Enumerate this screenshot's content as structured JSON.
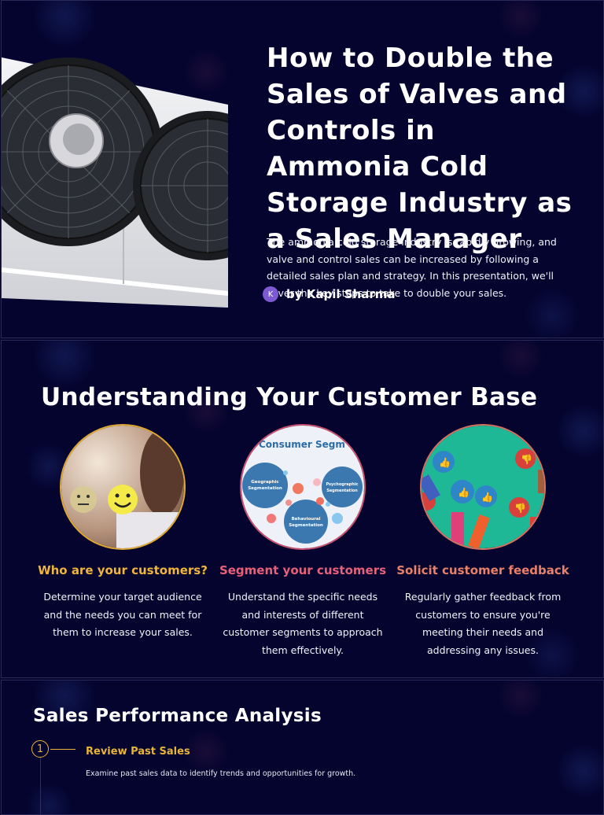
{
  "slide1": {
    "title": "How to Double the Sales of Valves and Controls in Ammonia Cold Storage Industry as a Sales Manager",
    "description": "The ammonia cold storage industry is rapidly growing, and valve and control sales can be increased by following a detailed sales plan and strategy. In this presentation, we'll cover the key steps to take to double your sales.",
    "author_initial": "K",
    "author": "by Kapil Sharma"
  },
  "slide2": {
    "title": "Understanding Your Customer Base",
    "cards": [
      {
        "title": "Who are your customers?",
        "title_color": "#f0b63c",
        "border_color": "#e0a830",
        "text": "Determine your target audience and the needs you can meet for them to increase your sales."
      },
      {
        "title": "Segment your customers",
        "title_color": "#e8607a",
        "border_color": "#c85070",
        "text": "Understand the specific needs and interests of different customer segments to approach them effectively.",
        "image_heading": "Consumer Segm",
        "bubbles": [
          "Geographic Segmentation",
          "Psychographic Segmentation",
          "Behavioural Segmentation"
        ]
      },
      {
        "title": "Solicit customer feedback",
        "title_color": "#e8806a",
        "border_color": "#d87060",
        "text": "Regularly gather feedback from customers to ensure you're meeting their needs and addressing any issues."
      }
    ]
  },
  "slide3": {
    "title": "Sales Performance Analysis",
    "steps": [
      {
        "number": "1",
        "title": "Review Past Sales",
        "text": "Examine past sales data to identify trends and opportunities for growth."
      }
    ]
  },
  "colors": {
    "background": "#05052e",
    "accent_gold": "#e8b437"
  }
}
